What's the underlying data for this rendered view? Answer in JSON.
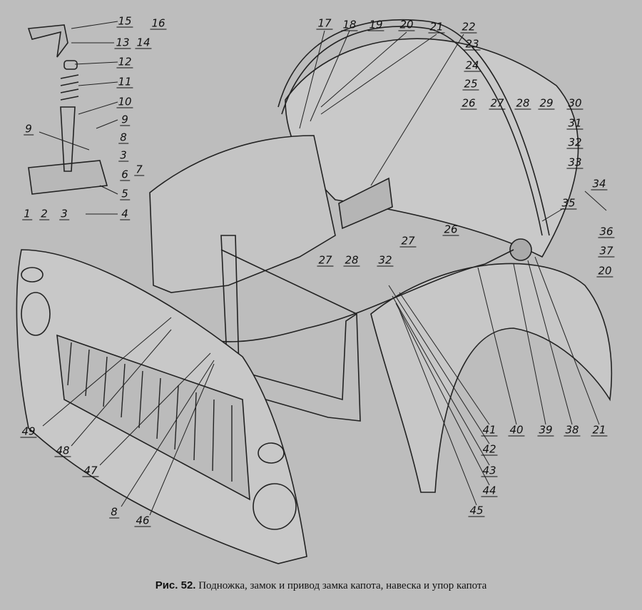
{
  "figure": {
    "caption_prefix": "Рис. 52.",
    "caption_text": "Подножка, замок и привод замка капота, навеска и упор капота",
    "labels": [
      "15",
      "16",
      "13",
      "14",
      "12",
      "11",
      "10",
      "9",
      "8",
      "3",
      "9",
      "6",
      "7",
      "5",
      "4",
      "1",
      "2",
      "3",
      "17",
      "18",
      "19",
      "20",
      "21",
      "22",
      "23",
      "24",
      "25",
      "26",
      "27",
      "28",
      "29",
      "30",
      "31",
      "32",
      "33",
      "34",
      "35",
      "36",
      "37",
      "20",
      "26",
      "27",
      "27",
      "28",
      "32",
      "41",
      "40",
      "39",
      "38",
      "21",
      "42",
      "43",
      "44",
      "45",
      "49",
      "48",
      "47",
      "8",
      "46"
    ]
  }
}
